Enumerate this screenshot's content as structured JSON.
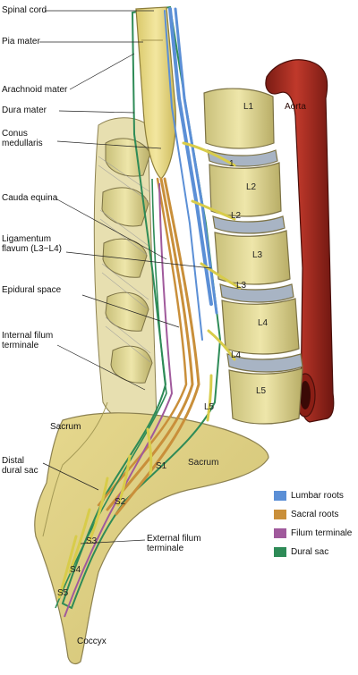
{
  "labels": {
    "spinal_cord": "Spinal cord",
    "pia_mater": "Pia mater",
    "arachnoid_mater": "Arachnoid mater",
    "dura_mater": "Dura mater",
    "conus_medullaris": "Conus medullaris",
    "cauda_equina": "Cauda equina",
    "ligamentum_flavum": "Ligamentum flavum (L3~L4)",
    "epidural_space": "Epidural space",
    "internal_filum": "Internal filum terminale",
    "sacrum_left": "Sacrum",
    "distal_dural_sac": "Distal dural sac",
    "external_filum": "External filum terminale",
    "coccyx": "Coccyx",
    "aorta": "Aorta",
    "sacrum_right": "Sacrum"
  },
  "vertebrae": [
    "L1",
    "L2",
    "L3",
    "L4",
    "L5"
  ],
  "sacral_levels": [
    "S1",
    "S2",
    "S3",
    "S4",
    "S5"
  ],
  "root_labels": [
    "1",
    "L2",
    "L3",
    "L4",
    "L5"
  ],
  "legend": [
    {
      "label": "Lumbar roots",
      "color": "#5b8fd6"
    },
    {
      "label": "Sacral roots",
      "color": "#c98f3a"
    },
    {
      "label": "Filum terminale",
      "color": "#a05a9c"
    },
    {
      "label": "Dural sac",
      "color": "#2e8b57"
    }
  ]
}
